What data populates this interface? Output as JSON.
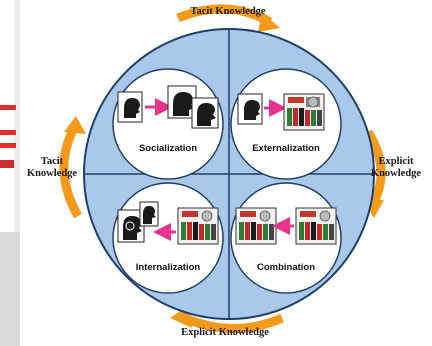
{
  "arrows": {
    "top": "Tacit Knowledge",
    "left_line1": "Tacit",
    "left_line2": "Knowledge",
    "right_line1": "Explicit",
    "right_line2": "Knowledge",
    "bottom": "Explicit Knowledge"
  },
  "quadrants": {
    "top_left": "Socialization",
    "top_right": "Externalization",
    "bottom_left": "Internalization",
    "bottom_right": "Combination"
  },
  "colors": {
    "circle_fill": "#a9c9ea",
    "circle_stroke": "#1f3f6a",
    "arrow_orange": "#f39a1b",
    "transfer_arrow": "#e8348c",
    "left_strip_red": "#e03030",
    "left_strip_gray": "#d9d9d9"
  }
}
